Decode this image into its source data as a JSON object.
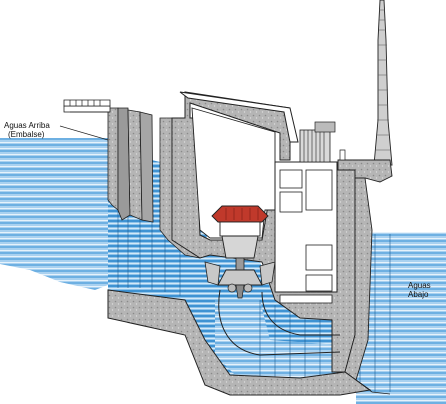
{
  "labels": {
    "upstream_line1": "Aguas Arriba",
    "upstream_line2": "(Embalse)",
    "downstream_line1": "Aguas",
    "downstream_line2": "Abajo"
  },
  "colors": {
    "water_light": "#cfe6f7",
    "water_mid": "#7fb8e4",
    "water_dark": "#3a8fd0",
    "concrete": "#b8b8b8",
    "concrete_dark": "#8c8c8c",
    "roof": "#c0392b",
    "outline": "#222222"
  }
}
